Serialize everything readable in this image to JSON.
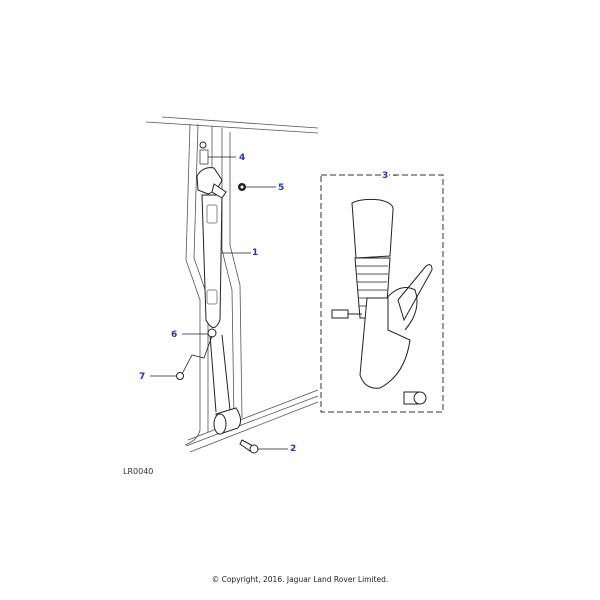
{
  "diagram": {
    "reference_code": "LR0040",
    "copyright": "© Copyright, 2016. Jaguar Land Rover Limited.",
    "callout_color": "#1a33e6",
    "callouts": [
      {
        "number": "1",
        "part": "seat-belt-assembly"
      },
      {
        "number": "2",
        "part": "anchor-bolt"
      },
      {
        "number": "3",
        "part": "buckle-assembly-inset"
      },
      {
        "number": "4",
        "part": "height-adjuster-bolt"
      },
      {
        "number": "5",
        "part": "nut"
      },
      {
        "number": "6",
        "part": "retainer"
      },
      {
        "number": "7",
        "part": "clip"
      }
    ]
  }
}
